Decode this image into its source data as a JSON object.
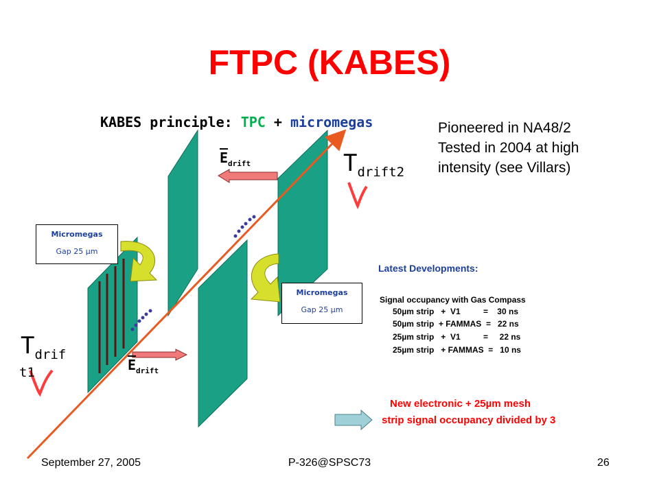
{
  "slide": {
    "title": "FTPC (KABES)",
    "principle": {
      "prefix": "KABES principle: ",
      "tpc": "TPC",
      "plus": " + ",
      "micromegas": "micromegas"
    },
    "pioneer_lines": [
      "Pioneered in NA48/2",
      "Tested in 2004 at high",
      "intensity (see Villars)"
    ],
    "diagram": {
      "t_drift2_main": "T",
      "t_drift2_sub": "drift2",
      "t_drift1_main": "T",
      "t_drift1_sub": "drif",
      "t_drift1_tail": "t1",
      "e_label": "E",
      "e_sub": "drift",
      "micromegas_left": {
        "label": "Micromegas",
        "gap": "Gap 25 µm"
      },
      "micromegas_right": {
        "label": "Micromegas",
        "gap": "Gap 25 µm"
      }
    },
    "latest": {
      "heading": "Latest Developments:",
      "occupancy_heading": "Signal occupancy with Gas Compass",
      "rows": [
        "50µm strip   +  V1          =    30 ns",
        "50µm strip  + FAMMAS  =   22 ns",
        "25µm strip   +  V1          =     22 ns",
        "25µm strip   + FAMMAS  =   10 ns"
      ]
    },
    "new_electronic": "New electronic + 25µm mesh",
    "divided": "strip signal occupancy divided by 3",
    "footer": {
      "date": "September 27, 2005",
      "center": "P-326@SPSC73",
      "page": "26"
    }
  },
  "colors": {
    "title": "#ff0000",
    "tpc": "#00b050",
    "micromegas": "#1c3f9c",
    "panel": "#1aa084",
    "track": "#e85a1f",
    "arrow_pink": "#f07a7a",
    "curve_arrow": "#d6e02c",
    "occupancy_arrow": "#9fd0d8"
  }
}
